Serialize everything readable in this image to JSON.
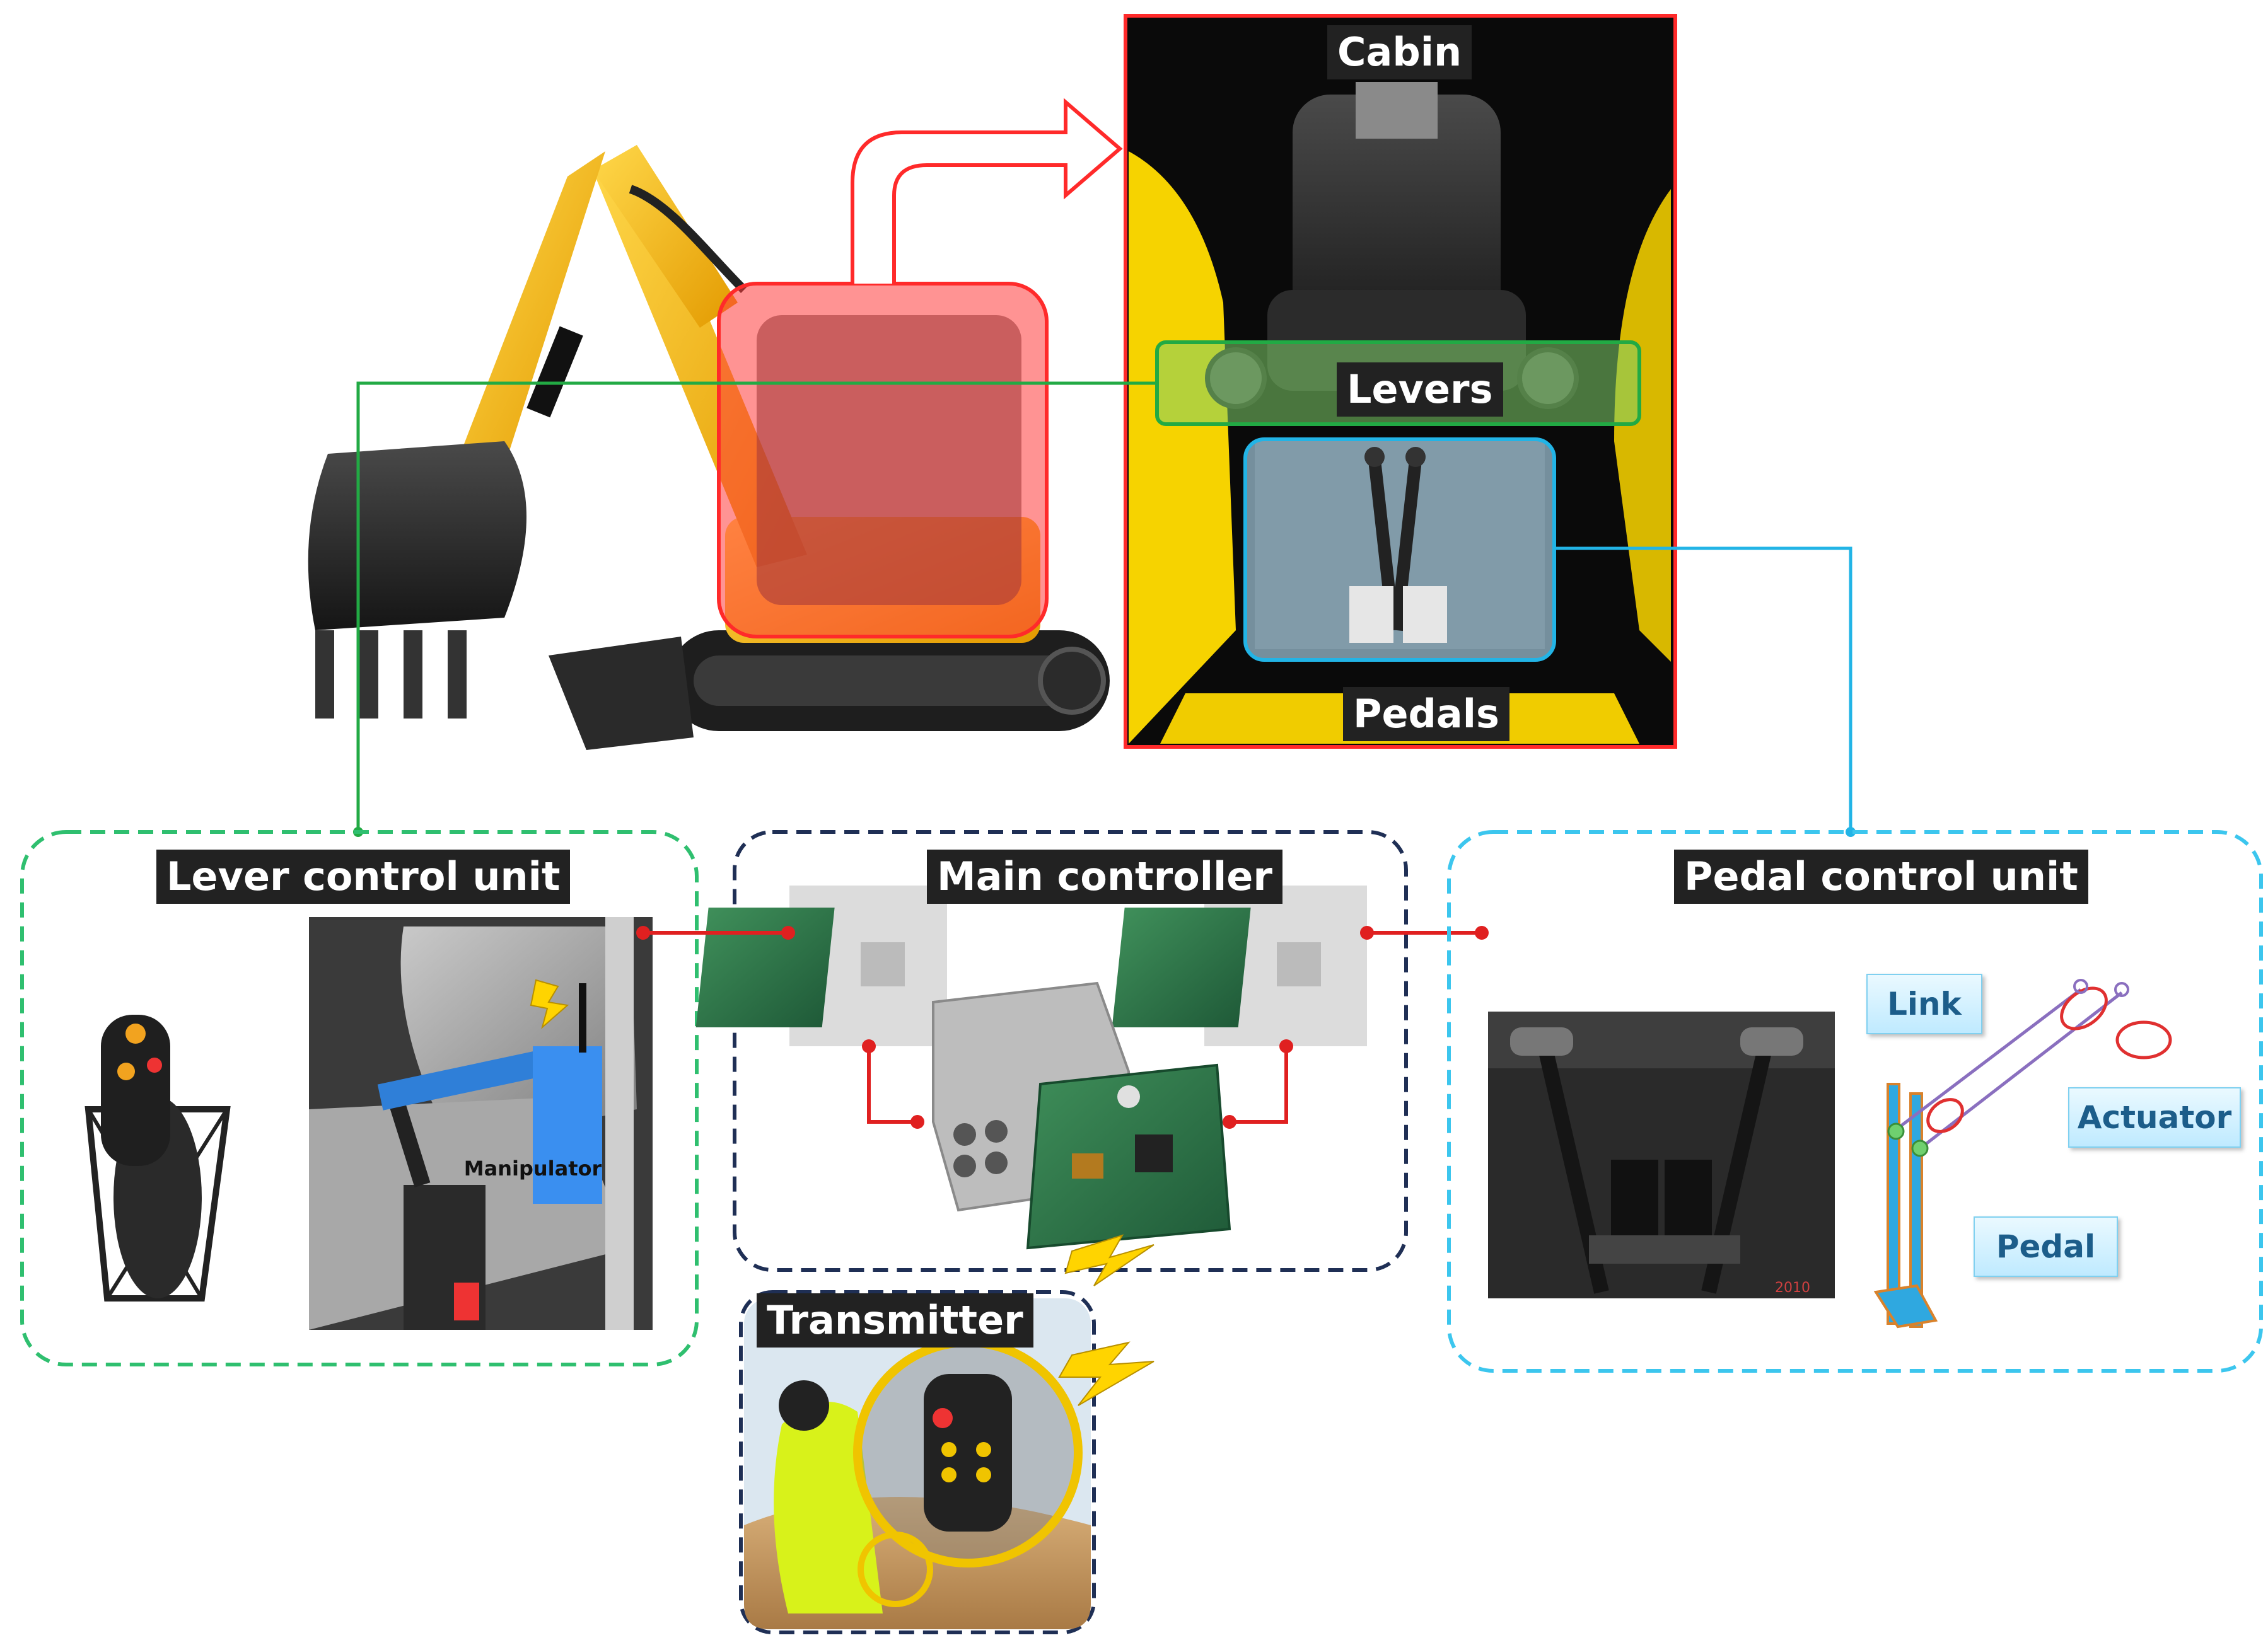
{
  "labels": {
    "cabin": "Cabin",
    "levers": "Levers",
    "pedals": "Pedals",
    "lever_unit": "Lever control unit",
    "main_controller": "Main controller",
    "pedal_unit": "Pedal control unit",
    "transmitter": "Transmitter",
    "manipulator": "Manipulator",
    "link": "Link",
    "actuator": "Actuator",
    "pedal": "Pedal",
    "pedal_photo_mark": "2010"
  },
  "colors": {
    "cabin_highlight": "#ff3b3b",
    "lever_link": "#22aa44",
    "pedal_link": "#22b4e6",
    "lever_unit_border": "#2fbf6f",
    "main_controller_border": "#1f2f55",
    "pedal_unit_border": "#3cc6ee",
    "connection_wire": "#e02020",
    "excavator_body": "#f2b90f"
  },
  "icons": [
    "excavator-image",
    "cabin-photo",
    "joystick-image",
    "manipulator-photo",
    "circuit-board-icon",
    "controller-box-icon",
    "lightning-icon",
    "transmitter-photo",
    "pedal-photo",
    "linkage-schematic"
  ]
}
